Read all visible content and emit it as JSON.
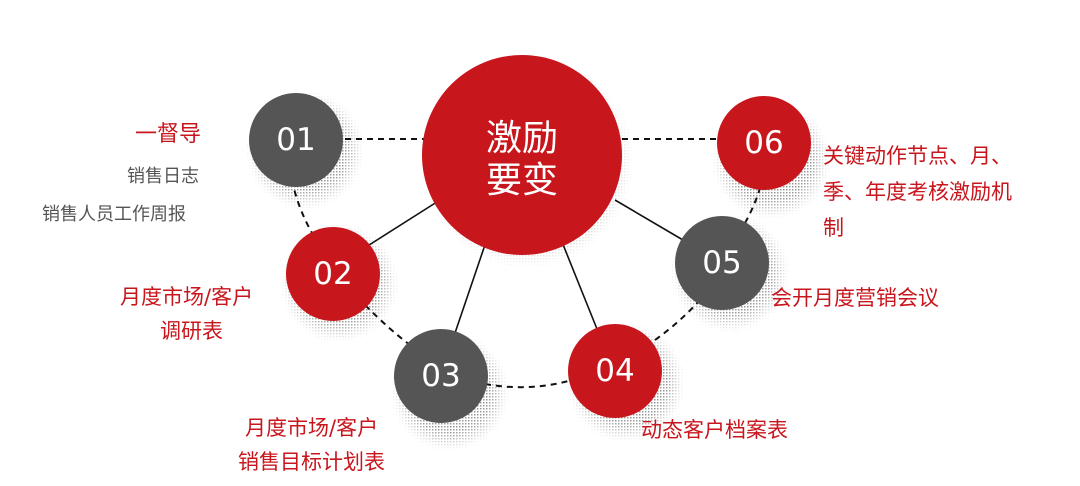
{
  "colors": {
    "red": "#c8161d",
    "gray": "#555555",
    "white": "#ffffff"
  },
  "center": {
    "line1": "激励",
    "line2": "要变"
  },
  "nodes": [
    {
      "num": "01",
      "color": "gray"
    },
    {
      "num": "02",
      "color": "red"
    },
    {
      "num": "03",
      "color": "gray"
    },
    {
      "num": "04",
      "color": "red"
    },
    {
      "num": "05",
      "color": "gray"
    },
    {
      "num": "06",
      "color": "red"
    }
  ],
  "labels": {
    "n01": {
      "title": "一督导",
      "line2": "销售日志",
      "line3": "销售人员工作周报"
    },
    "n02": {
      "line1": "月度市场/客户",
      "line2": "调研表"
    },
    "n03": {
      "line1": "月度市场/客户",
      "line2": "销售目标计划表"
    },
    "n04": {
      "line1": "动态客户档案表"
    },
    "n05": {
      "line1": "会开月度营销会议"
    },
    "n06": {
      "line1": "关键动作节点、月、",
      "line2": "季、年度考核激励机",
      "line3": "制"
    }
  }
}
